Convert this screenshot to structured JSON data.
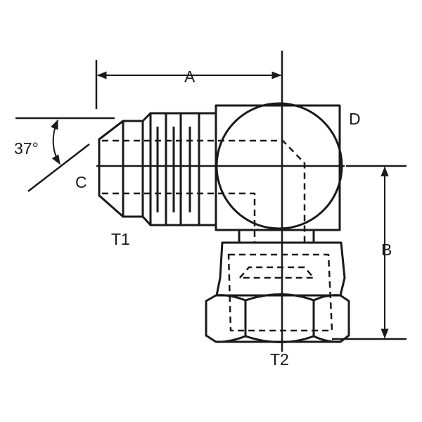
{
  "labels": {
    "angle": "37°",
    "dim_a": "A",
    "dim_b": "B",
    "dim_c": "C",
    "dim_d": "D",
    "thread_1": "T1",
    "thread_2": "T2"
  },
  "colors": {
    "ink": "#1a1a1a",
    "background": "#ffffff"
  }
}
